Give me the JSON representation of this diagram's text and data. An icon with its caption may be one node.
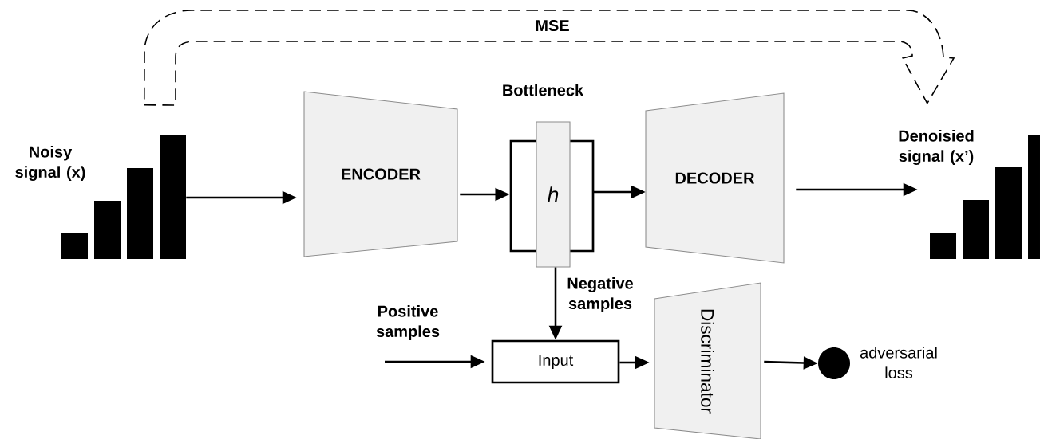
{
  "diagram": {
    "nodes": [
      {
        "text": [
          "Noisy signal (x)"
        ]
      },
      {
        "text": [
          "ENCODER"
        ]
      },
      {
        "text": [
          "h"
        ],
        "beside": [
          "Bottleneck"
        ]
      },
      {
        "text": [
          "DECODER"
        ]
      },
      {
        "text": [
          "Denoisied signal (x’)"
        ]
      },
      {
        "text": [
          "Input"
        ]
      },
      {
        "text": [
          "Discriminator"
        ]
      },
      {
        "text": [],
        "shape": "circle",
        "beside": [
          "adversarial loss"
        ]
      }
    ],
    "edges": [
      {
        "from": 0,
        "to": 1,
        "arrow": "to"
      },
      {
        "from": 1,
        "to": 2,
        "arrow": "to"
      },
      {
        "from": 2,
        "to": 3,
        "arrow": "to"
      },
      {
        "from": 3,
        "to": 4,
        "arrow": "to"
      },
      {
        "from": 0,
        "to": 4,
        "arrow": "to",
        "label": "MSE",
        "style": "dashed"
      },
      {
        "from": 2,
        "to": 5,
        "arrow": "to",
        "label": "Negative samples"
      },
      {
        "from": null,
        "to": 5,
        "arrow": "to",
        "label": "Positive samples"
      },
      {
        "from": 5,
        "to": 6,
        "arrow": "to"
      },
      {
        "from": 6,
        "to": 7,
        "arrow": "to"
      }
    ]
  }
}
